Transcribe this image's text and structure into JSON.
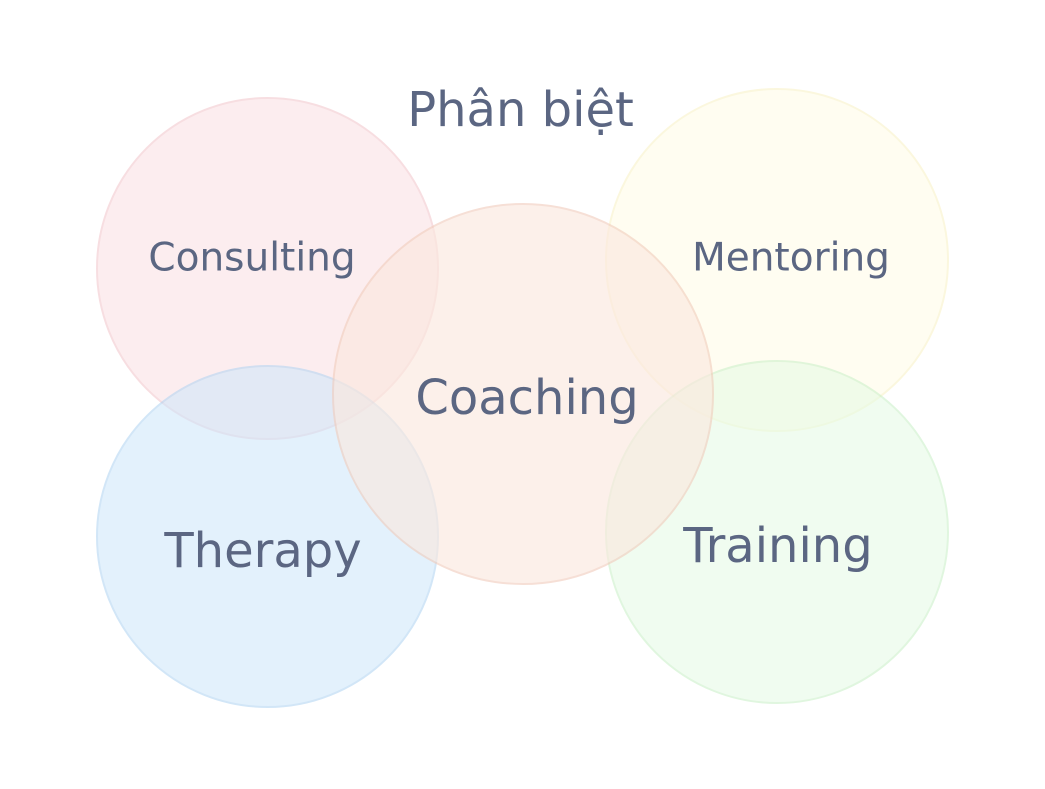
{
  "title": "Phân biệt",
  "circles": [
    {
      "key": "consulting",
      "label": "Consulting",
      "color": "#fbe0e3"
    },
    {
      "key": "mentoring",
      "label": "Mentoring",
      "color": "#fffde6"
    },
    {
      "key": "coaching",
      "label": "Coaching",
      "color": "#fbe8de"
    },
    {
      "key": "therapy",
      "label": "Therapy",
      "color": "#cde6fb"
    },
    {
      "key": "training",
      "label": "Training",
      "color": "#e5fbe4"
    }
  ]
}
